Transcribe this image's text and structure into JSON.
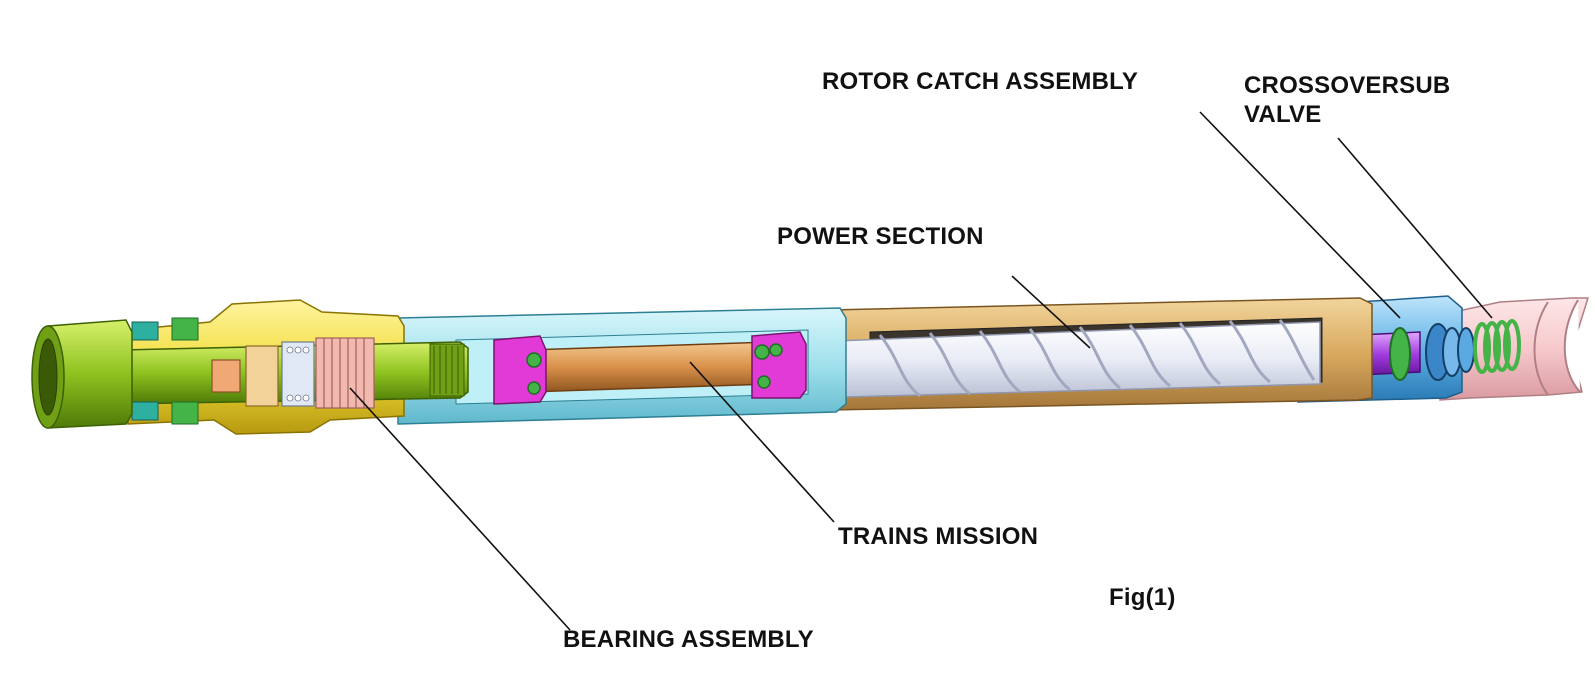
{
  "figure": {
    "caption": "Fig(1)",
    "labels": {
      "rotor_catch": "ROTOR CATCH ASSEMBLY",
      "crossover_line1": "CROSSOVERSUB",
      "crossover_line2": "VALVE",
      "power_section": "POWER SECTION",
      "transmission": "TRAINS MISSION",
      "bearing": "BEARING ASSEMBLY"
    },
    "colors": {
      "bit_box": "#8dc21f",
      "bearing_housing": "#f2dd3a",
      "bearing_races": "#f3b9b0",
      "transmission_housing": "#9fe0ec",
      "transmission_shaft": "#d9904a",
      "ball_joint": "#e23ad6",
      "stator_housing": "#e3bd7a",
      "rotor": "#f1f3fa",
      "catch_housing": "#5fb3e6",
      "catch_rod": "#a03ae0",
      "crossover_sub": "#f6c9cc",
      "spring": "#44b449"
    }
  }
}
